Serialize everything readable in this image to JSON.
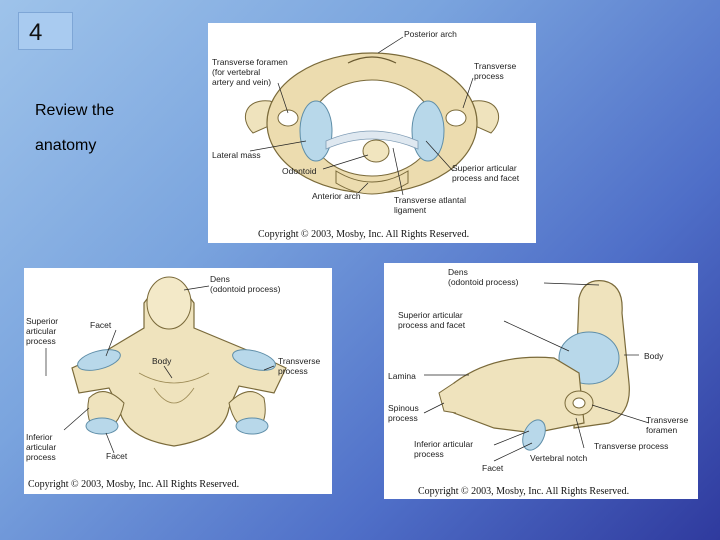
{
  "slide": {
    "number": "4",
    "caption_line1": "Review the",
    "caption_line2": "anatomy"
  },
  "figure_atlas": {
    "posterior_arch": "Posterior arch",
    "transverse_foramen": "Transverse foramen\n(for vertebral\nartery and vein)",
    "transverse_process": "Transverse\nprocess",
    "lateral_mass": "Lateral mass",
    "odontoid": "Odontoid",
    "anterior_arch": "Anterior arch",
    "superior_articular": "Superior articular\nprocess and facet",
    "transverse_ligament": "Transverse atlantal\nligament",
    "copyright": "Copyright © 2003, Mosby, Inc. All Rights Reserved."
  },
  "figure_axis_front": {
    "dens": "Dens\n(odontoid process)",
    "superior_articular": "Superior\narticular\nprocess",
    "facet_top": "Facet",
    "body": "Body",
    "transverse_process": "Transverse\nprocess",
    "inferior_articular": "Inferior\narticular\nprocess",
    "facet_bottom": "Facet",
    "copyright": "Copyright © 2003, Mosby, Inc. All Rights Reserved."
  },
  "figure_axis_lateral": {
    "dens": "Dens\n(odontoid process)",
    "superior_articular": "Superior articular\nprocess and facet",
    "body": "Body",
    "lamina": "Lamina",
    "spinous_process": "Spinous\nprocess",
    "inferior_articular": "Inferior articular\nprocess",
    "facet": "Facet",
    "vertebral_notch": "Vertebral notch",
    "transverse_process": "Transverse process",
    "transverse_foramen": "Transverse\nforamen",
    "copyright": "Copyright © 2003, Mosby, Inc. All Rights Reserved."
  }
}
